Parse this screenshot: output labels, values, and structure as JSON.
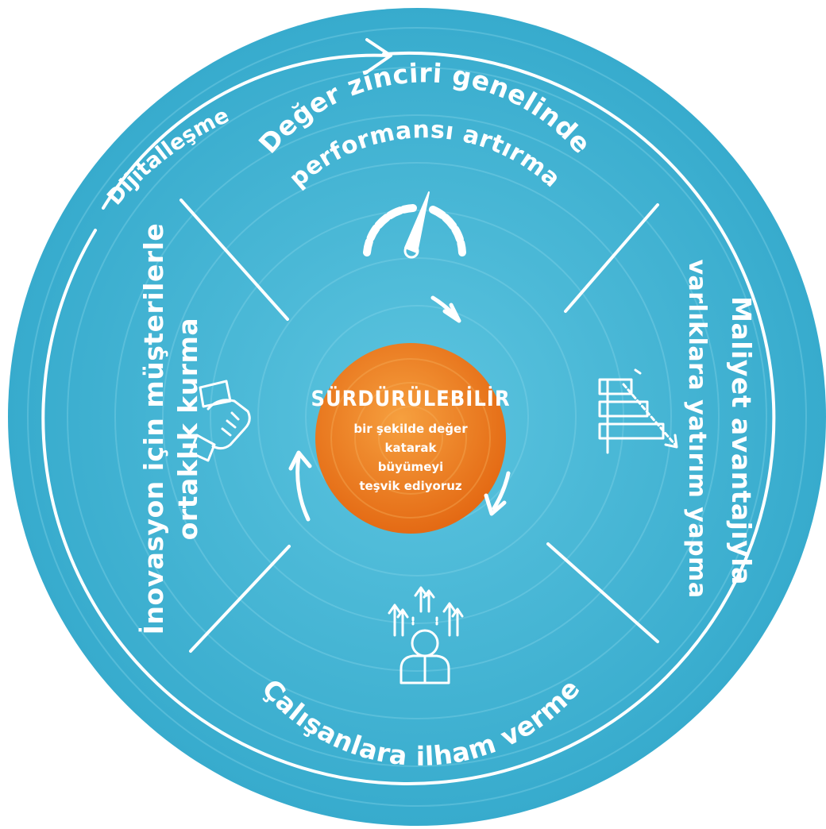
{
  "colors": {
    "disk": "#3fb4d4",
    "disk_light": "#6ccbe3",
    "center": "#ef7d22",
    "center_light": "#f6a03f",
    "stroke": "#ffffff"
  },
  "arc_label": "Dijitalleşme",
  "center": {
    "title": "SÜRDÜRÜLEBİLİR",
    "lines": [
      "bir şekilde değer",
      "katarak",
      "büyümeyi",
      "teşvik ediyoruz"
    ]
  },
  "segments": [
    {
      "id": "top",
      "text": "Değer zinciri genelinde performansı artırma",
      "lines": [
        "Değer zinciri genelinde",
        "performansı artırma"
      ],
      "icon": "speedometer-icon"
    },
    {
      "id": "right",
      "text": "Maliyet avantajıyla varlıklara yatırım yapma",
      "lines": [
        "Maliyet avantajıyla",
        "varlıklara yatırım yapma"
      ],
      "icon": "declining-bar-chart-icon"
    },
    {
      "id": "bottom",
      "text": "Çalışanlara ilham verme",
      "lines": [
        "Çalışanlara ilham verme"
      ],
      "icon": "employee-growth-icon"
    },
    {
      "id": "left",
      "text": "İnovasyon için müşterilerle ortaklık kurma",
      "lines": [
        "İnovasyon için müşterilerle",
        "ortaklık kurma"
      ],
      "icon": "handshake-icon"
    }
  ]
}
